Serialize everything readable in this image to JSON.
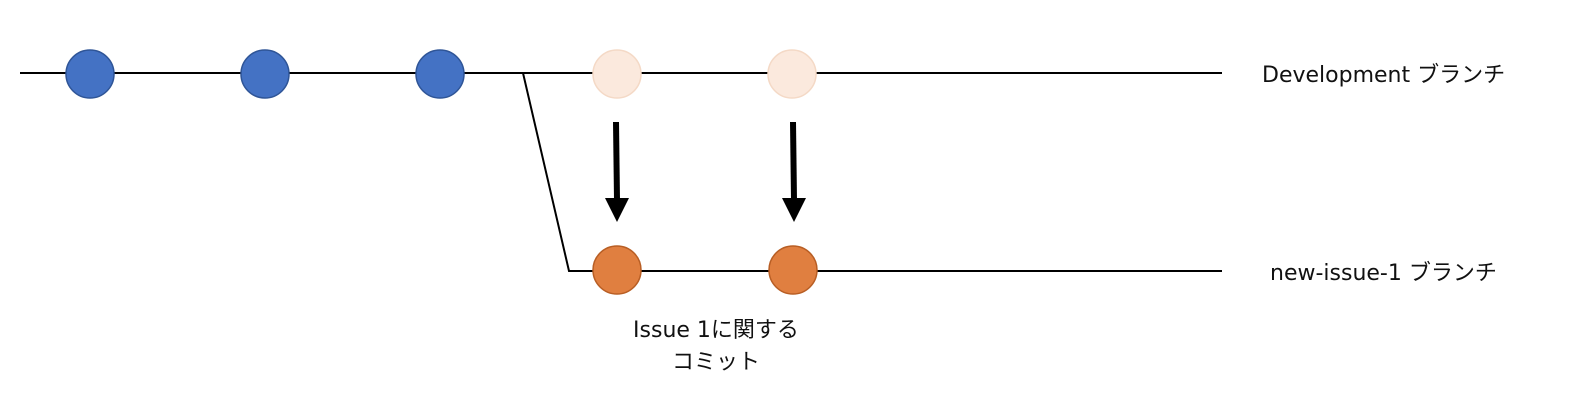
{
  "branches": {
    "development": {
      "label": "Development ブランチ",
      "commit_color": "#4472C4",
      "commit_stroke": "#2F5597",
      "commits": 3,
      "ghost_commit_color": "#FBE9DD",
      "ghost_commit_stroke": "#F4D9C6",
      "ghost_commits": 2
    },
    "issue": {
      "label": "new-issue-1 ブランチ",
      "commit_color": "#E07F40",
      "commit_stroke": "#B85E24",
      "commits": 2
    }
  },
  "caption": {
    "line1": "Issue 1に関する",
    "line2": "コミット"
  },
  "colors": {
    "line": "#000000",
    "arrow": "#000000"
  }
}
